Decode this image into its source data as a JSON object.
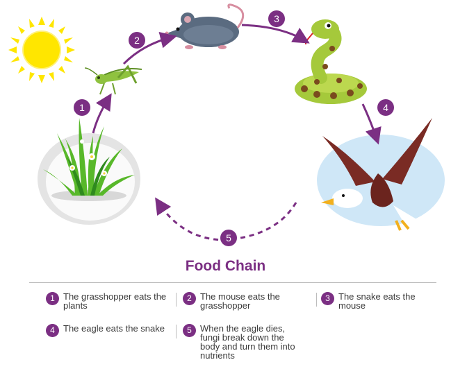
{
  "title": "Food Chain",
  "colors": {
    "accent": "#7b2f83",
    "arrow": "#7b2f83",
    "text": "#3a3a3a",
    "sun": "#ffe600",
    "grass": "#58b82a",
    "grasshopper": "#8fc23f",
    "mouse": "#5a6b80",
    "snake_body": "#a5c93b",
    "snake_spots": "#7a4a1e",
    "eagle_wing": "#7a2b24",
    "eagle_head": "#ffffff",
    "eagle_beak": "#f2b01e",
    "sky_circle": "#cfe7f7"
  },
  "organisms": [
    {
      "name": "sun-icon"
    },
    {
      "name": "grass-icon"
    },
    {
      "name": "grasshopper-icon"
    },
    {
      "name": "mouse-icon"
    },
    {
      "name": "snake-icon"
    },
    {
      "name": "eagle-icon"
    }
  ],
  "steps": [
    {
      "number": "1",
      "text": "The grasshopper eats the plants"
    },
    {
      "number": "2",
      "text": "The mouse eats the grasshopper"
    },
    {
      "number": "3",
      "text": "The snake eats the mouse"
    },
    {
      "number": "4",
      "text": "The eagle eats the snake"
    },
    {
      "number": "5",
      "text": "When the eagle dies, fungi break down the body and turn them into nutrients"
    }
  ]
}
